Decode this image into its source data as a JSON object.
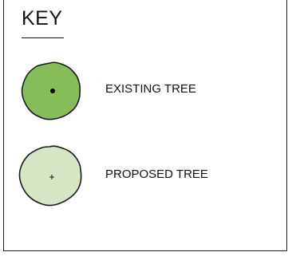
{
  "legend": {
    "title": "KEY",
    "items": [
      {
        "label": "EXISTING TREE",
        "symbol": "existing-tree-icon",
        "fill": "#86bc5a",
        "stroke": "#1a1a1a",
        "center_mark": "dot"
      },
      {
        "label": "PROPOSED TREE",
        "symbol": "proposed-tree-icon",
        "fill": "#d6e6c4",
        "stroke": "#1a1a1a",
        "center_mark": "plus"
      }
    ]
  }
}
